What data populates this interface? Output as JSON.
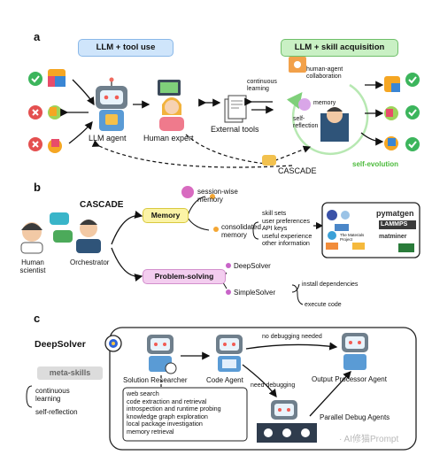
{
  "panel_a": {
    "letter": "a",
    "left_title": "LLM + tool use",
    "right_title": "LLM + skill acquisition",
    "llm_agent": "LLM agent",
    "human_expert": "Human expert",
    "external_tools": "External tools",
    "continuous_learning": "continuous\nlearning",
    "human_agent_collaboration": "human-agent\ncollaboration",
    "memory": "memory",
    "self_reflection": "self-\nreflection",
    "self_evolution": "self-evolution",
    "cascade": "CASCADE",
    "colors": {
      "left_pill": "#cfe5fb",
      "left_pill_border": "#8ab8e8",
      "right_pill": "#c9f0c4",
      "right_pill_border": "#6fbf6a",
      "evolution": "#4cbb3c",
      "check": "#3cb55c",
      "cross": "#e45050"
    }
  },
  "panel_b": {
    "letter": "b",
    "cascade": "CASCADE",
    "human_scientist": "Human\nscientist",
    "orchestrator": "Orchestrator",
    "memory_label": "Memory",
    "problem_solving_label": "Problem-solving",
    "session_memory": "session-wise\nmemory",
    "consolidated_memory": "consolidated\nmemory",
    "memory_items": [
      "skill sets",
      "user preferences",
      "API keys",
      "useful experience",
      "other information"
    ],
    "deep_solver": "DeepSolver",
    "simple_solver": "SimpleSolver",
    "simple_steps": [
      "install dependencies",
      "execute code"
    ],
    "logos": [
      "pymatgen",
      "LAMMPS",
      "The Materials Project",
      "matminer"
    ],
    "colors": {
      "memory_pill": "#fbf3a6",
      "memory_border": "#d9c93f",
      "problem_pill": "#f3cdef",
      "problem_border": "#d38fcd",
      "dot_orange": "#f4a734",
      "dot_purple": "#c864c8"
    }
  },
  "panel_c": {
    "letter": "c",
    "deep_solver": "DeepSolver",
    "meta_skills": "meta-skills",
    "continuous_learning": "continuous\nlearning",
    "self_reflection": "self-reflection",
    "solution_researcher": "Solution Researcher",
    "code_agent": "Code Agent",
    "output_processor": "Output Processor Agent",
    "no_debugging": "no debugging needed",
    "need_debugging": "need debugging",
    "parallel_debug": "Parallel Debug Agents",
    "skills": [
      "web search",
      "code extraction and retrieval",
      "introspection and runtime probing",
      "knowledge graph exploration",
      "local package investigation",
      "memory retrieval"
    ],
    "watermark": "· AI修猫Prompt"
  }
}
